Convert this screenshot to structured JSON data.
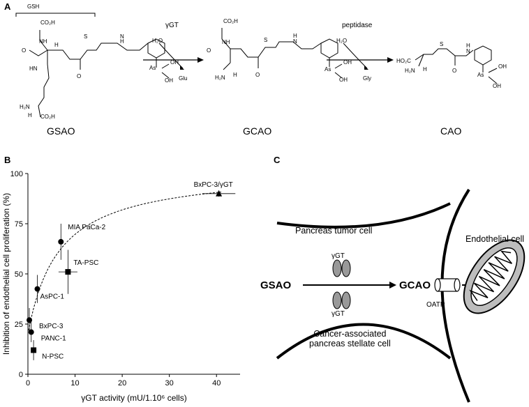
{
  "panels": {
    "a": "A",
    "b": "B",
    "c": "C"
  },
  "panel_a": {
    "bracket_label": "GSH",
    "compounds": [
      "GSAO",
      "GCAO",
      "CAO"
    ],
    "steps": [
      {
        "enzyme": "γGT",
        "reagent": "H₂O",
        "product": "Glu"
      },
      {
        "enzyme": "peptidase",
        "reagent": "H₂O",
        "product": "Gly"
      }
    ]
  },
  "chart_data": {
    "type": "scatter",
    "xlabel": "γGT activity (mU/1.10⁶ cells)",
    "ylabel": "Inhibition of endothelial cell proliferation (%)",
    "xlim": [
      0,
      45
    ],
    "ylim": [
      0,
      100
    ],
    "x_ticks": [
      0,
      10,
      20,
      30,
      40
    ],
    "y_ticks": [
      0,
      25,
      50,
      75,
      100
    ],
    "grid": false,
    "fit": "dashed hyperbolic curve",
    "points": [
      {
        "label": "BxPC-3/γGT",
        "x": 40.5,
        "y": 90,
        "marker": "triangle",
        "xerr": 3.5,
        "yerr": 1.5
      },
      {
        "label": "MIA PaCa-2",
        "x": 7,
        "y": 66,
        "marker": "circle",
        "xerr": 0.3,
        "yerr": 9
      },
      {
        "label": "TA-PSC",
        "x": 8.5,
        "y": 51,
        "marker": "square",
        "xerr": 2,
        "yerr": 11
      },
      {
        "label": "AsPC-1",
        "x": 2,
        "y": 42.5,
        "marker": "circle",
        "xerr": 0.3,
        "yerr": 7
      },
      {
        "label": "BxPC-3",
        "x": 0.3,
        "y": 27,
        "marker": "circle",
        "xerr": 0.1,
        "yerr": 6
      },
      {
        "label": "PANC-1",
        "x": 0.7,
        "y": 21,
        "marker": "circle",
        "xerr": 0.2,
        "yerr": 5
      },
      {
        "label": "N-PSC",
        "x": 1.2,
        "y": 12,
        "marker": "square",
        "xerr": 0.3,
        "yerr": 5
      }
    ]
  },
  "panel_c": {
    "tumor_cell": "Pancreas tumor cell",
    "stellate_cell_line1": "Cancer-associated",
    "stellate_cell_line2": "pancreas stellate cell",
    "endothelial_cell": "Endothelial cell",
    "enzyme_top": "γGT",
    "enzyme_bottom": "γGT",
    "substrate": "GSAO",
    "product": "GCAO",
    "transporter": "OATP"
  }
}
